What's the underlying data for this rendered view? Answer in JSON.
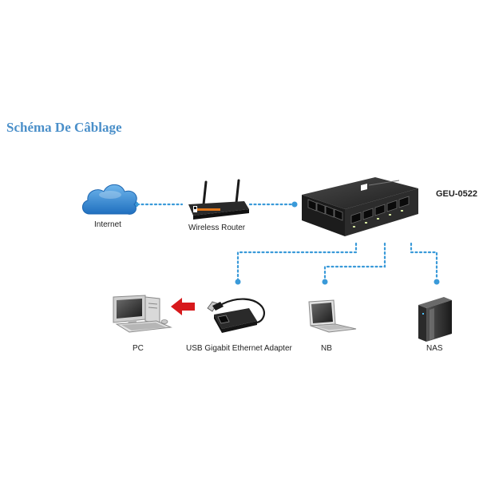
{
  "title": "Schéma De Câblage",
  "nodes": {
    "internet": "Internet",
    "router": "Wireless Router",
    "switch": "GEU-0522",
    "pc": "PC",
    "adapter": "USB Gigabit Ethernet Adapter",
    "nb": "NB",
    "nas": "NAS"
  },
  "colors": {
    "title": "#4a8fc9",
    "link": "#3a9ad9",
    "cloud": "#3b8fd4",
    "arrow": "#d7191c"
  }
}
